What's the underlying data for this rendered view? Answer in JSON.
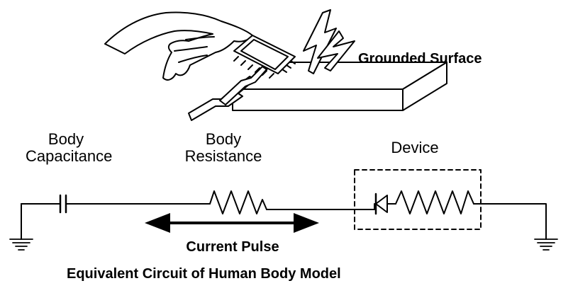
{
  "labels": {
    "grounded_surface": "Grounded Surface",
    "body_capacitance_line1": "Body",
    "body_capacitance_line2": "Capacitance",
    "body_resistance_line1": "Body",
    "body_resistance_line2": "Resistance",
    "device": "Device",
    "current_pulse": "Current Pulse",
    "caption": "Equivalent Circuit of Human Body Model"
  },
  "icons": {
    "hand": "hand-icon",
    "chip": "chip-icon",
    "spark": "lightning-icon",
    "capacitor": "capacitor-icon",
    "resistor": "resistor-icon",
    "diode": "diode-icon",
    "ground": "ground-icon",
    "arrow": "double-arrow-icon"
  },
  "colors": {
    "ink": "#000000",
    "background": "#ffffff"
  }
}
